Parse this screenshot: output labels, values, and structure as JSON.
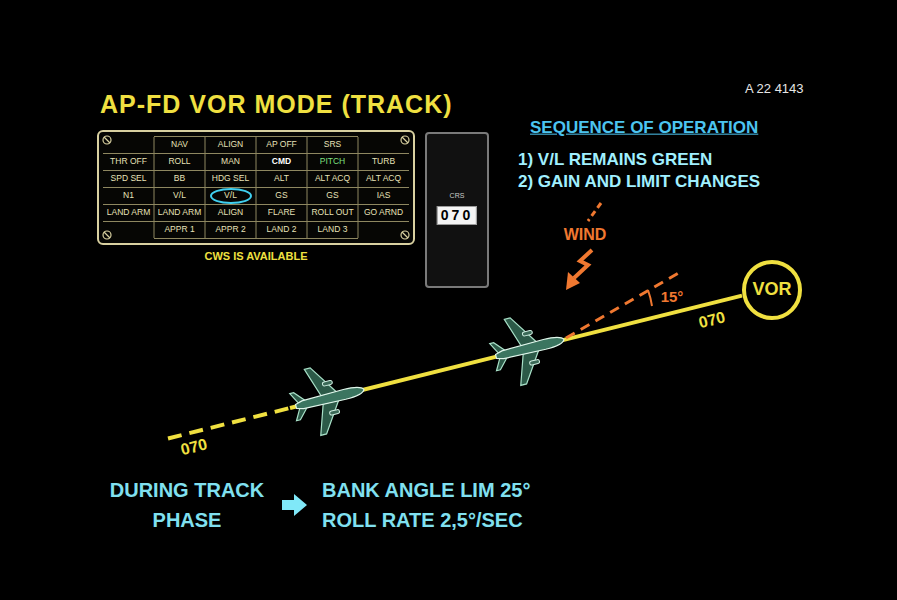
{
  "diagram": {
    "title": "AP-FD VOR MODE (TRACK)",
    "nodes": [
      {
        "text": [
          "V/L"
        ]
      },
      {
        "text": [
          "CRS",
          "070"
        ]
      },
      {
        "text": [
          "VOR"
        ]
      }
    ],
    "labels": [
      "A 22 4143",
      "NAV",
      "ALIGN",
      "AP OFF",
      "SRS",
      "THR OFF",
      "ROLL",
      "MAN",
      "CMD",
      "PITCH",
      "TURB",
      "SPD SEL",
      "BB",
      "HDG SEL",
      "ALT",
      "ALT ACQ",
      "ALT ACQ",
      "N1",
      "V/L",
      "GS",
      "GS",
      "IAS",
      "LAND ARM",
      "LAND ARM",
      "ALIGN",
      "FLARE",
      "ROLL OUT",
      "GO ARND",
      "APPR 1",
      "APPR 2",
      "LAND 2",
      "LAND 3",
      "CWS IS AVAILABLE",
      "SEQUENCE OF OPERATION",
      "1) V/L REMAINS GREEN",
      "2) GAIN AND LIMIT CHANGES",
      "WIND",
      "15°",
      "070",
      "070",
      "DURING TRACK PHASE",
      "BANK ANGLE LIM 25°",
      "ROLL RATE 2,5°/SEC"
    ]
  }
}
